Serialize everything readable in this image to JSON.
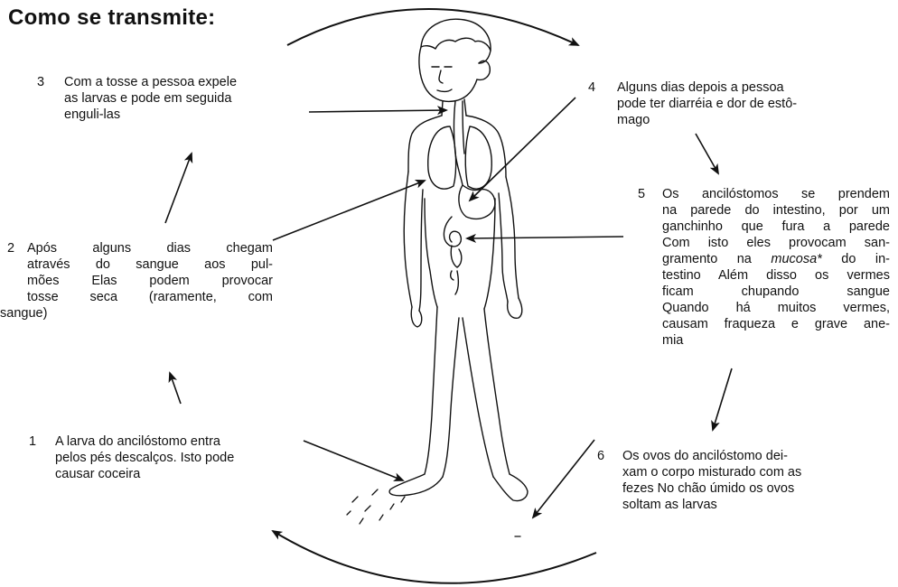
{
  "title": "Como se transmite:",
  "steps": [
    {
      "number": "1",
      "lines": [
        "A larva do ancilóstomo entra",
        "pelos pés descalços. Isto pode",
        "causar coceira"
      ]
    },
    {
      "number": "2",
      "lines": [
        "Após alguns dias chegam",
        "através do sangue aos pul-",
        "mões Elas podem provocar",
        "tosse seca (raramente, com",
        "sangue)"
      ]
    },
    {
      "number": "3",
      "lines": [
        "Com a tosse a pessoa expele",
        "as larvas e pode em seguida",
        "enguli-las"
      ]
    },
    {
      "number": "4",
      "lines": [
        "Alguns dias depois a pessoa",
        "pode ter diarréia e dor de estô-",
        "mago"
      ]
    },
    {
      "number": "5",
      "lines": [
        "Os ancilóstomos se prendem",
        "na parede do intestino, por um",
        "ganchinho que fura a parede",
        "Com isto eles provocam san-",
        "gramento na",
        "mucosa*",
        "do in-",
        "testino Além disso os vermes",
        "ficam chupando sangue",
        "Quando há muitos vermes,",
        "causam fraqueza e grave ane-",
        "mia"
      ]
    },
    {
      "number": "6",
      "lines": [
        "Os ovos do ancilóstomo dei-",
        "xam o corpo misturado com as",
        "fezes No chão úmido os ovos",
        "soltam as larvas"
      ]
    }
  ]
}
